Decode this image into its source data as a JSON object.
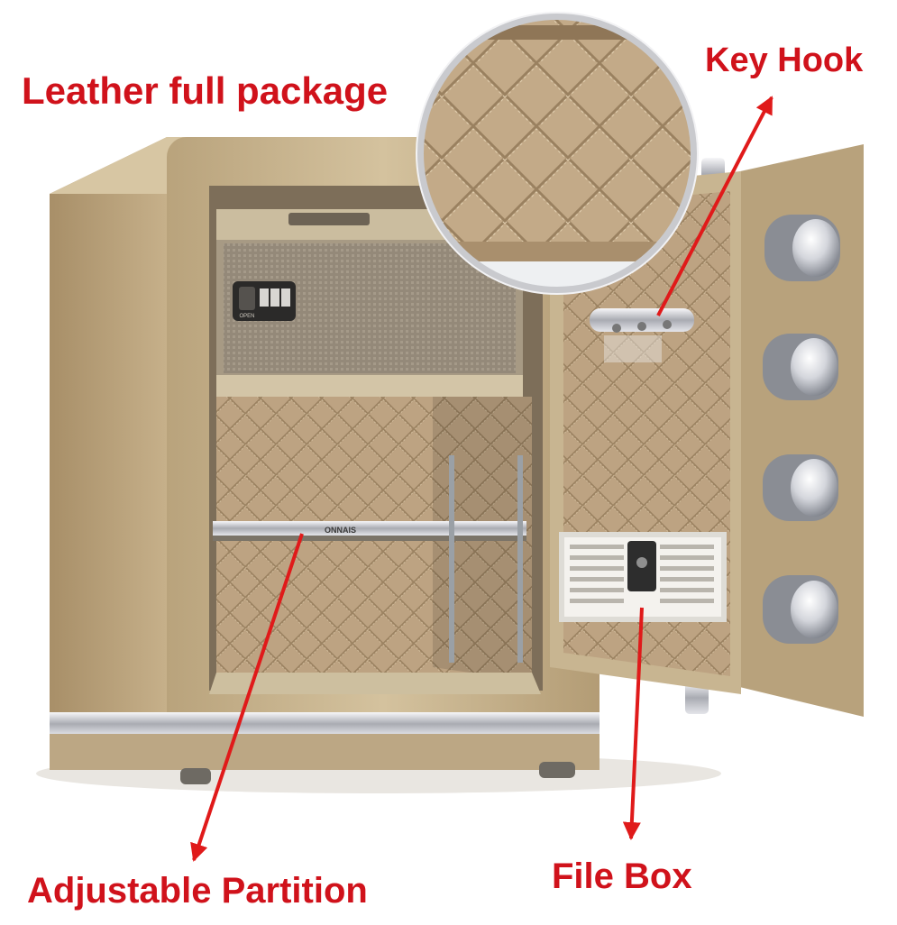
{
  "labels": {
    "leather": "Leather full package",
    "key_hook": "Key Hook",
    "partition": "Adjustable Partition",
    "file_box": "File Box"
  },
  "product": {
    "shelf_brand": "ONNAIS",
    "lock_button": "OPEN"
  },
  "colors": {
    "label_red": "#d0121b",
    "arrow_red": "#e01a1a",
    "body_gold": "#c9b48c",
    "body_shadow": "#a8916a",
    "leather": "#bba07f",
    "leather_dark": "#9c8362",
    "chrome": "#e8e8ec"
  }
}
